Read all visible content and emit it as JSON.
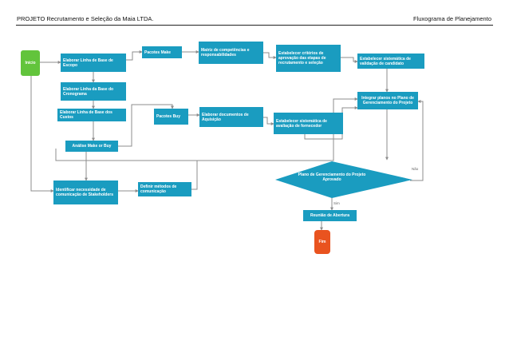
{
  "header": {
    "project_title": "PROJETO Recrutamento e Seleção da Maia LTDA.",
    "doc_title": "Fluxograma de Planejamento"
  },
  "nodes": {
    "inicio": "Início",
    "linha_base_escopo": "Elaborar Linha de Base de Escopo",
    "linha_base_cronograma": "Elaborar Linha da Base do Cronograma",
    "linha_base_custos": "Elaborar Linha de Base dos Custos",
    "analise_make_buy": "Análise Make or Buy",
    "pacotes_make": "Pacotes Make",
    "pacotes_buy": "Pacotes Buy",
    "matriz_competencias": "Matriz de competências e responsabilidades",
    "criterios_aprovacao": "Estabelecer critérios de aprovação das etapas de recrutamento e seleção",
    "sistematica_validacao": "Estabelecer sistemática de validação de candidato",
    "documentos_aquisicao": "Elaborar documentos de Aquisição",
    "sistematica_fornecedor": "Estabelecer sistemática de avaliação de fornecedor",
    "integrar_planos": "Integrar planos no Plano de Gerenciamento do Projeto",
    "necessidade_comunicacao": "Identificar necessidade de comunicação de Stakeholders",
    "metodos_comunicacao": "Definir métodos de comunicação",
    "plano_aprovado": "Plano de Gerenciamento do Projeto Aprovado",
    "reuniao_abertura": "Reunião de Abertura",
    "fim": "Fim"
  },
  "edges": {
    "nao": "Não",
    "sim": "Sim"
  },
  "colors": {
    "process": "#1a9cc0",
    "start": "#62c43c",
    "end": "#e9531f",
    "connector": "#8c8c8c"
  }
}
